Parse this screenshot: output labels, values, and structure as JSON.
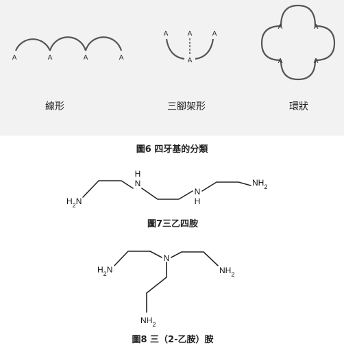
{
  "figure6": {
    "atom_label": "A",
    "types": [
      {
        "name": "線形"
      },
      {
        "name": "三腳架形"
      },
      {
        "name": "環狀"
      }
    ],
    "caption": "圖6 四牙基的分類"
  },
  "figure7": {
    "atoms": {
      "h2n": "H2N",
      "nh_top": "H",
      "nh_top_n": "N",
      "nh_bottom_n": "N",
      "nh_bottom": "H",
      "nh2": "NH2"
    },
    "caption": "圖7三乙四胺"
  },
  "figure8": {
    "atoms": {
      "h2n": "H2N",
      "n_center": "N",
      "nh2_right": "NH2",
      "nh2_bottom": "NH2"
    },
    "caption": "圖8 三（2-乙胺）胺"
  }
}
